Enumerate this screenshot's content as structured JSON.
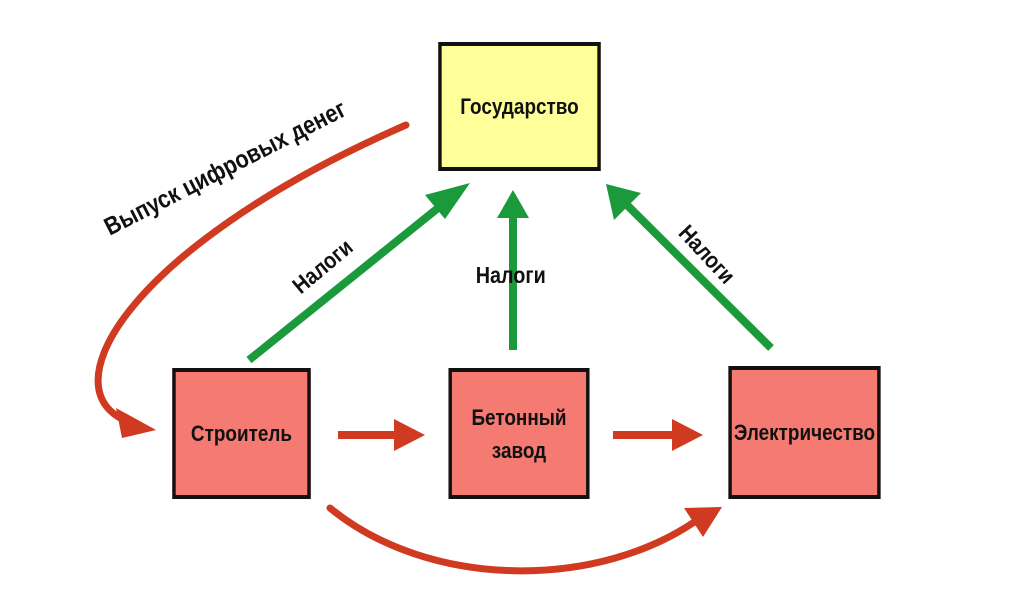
{
  "nodes": {
    "state": {
      "label": "Государство",
      "color": "#ffff99"
    },
    "builder": {
      "label": "Строитель",
      "color": "#f47a72"
    },
    "concrete": {
      "label_line1": "Бетонный",
      "label_line2": "завод",
      "color": "#f47a72"
    },
    "electricity": {
      "label": "Электричество",
      "color": "#f47a72"
    }
  },
  "edges": {
    "money_issue": {
      "label": "Выпуск цифровых денег",
      "color": "#d03a20"
    },
    "tax_left": {
      "label": "Налоги",
      "color": "#1a9a3a"
    },
    "tax_center": {
      "label": "Налоги",
      "color": "#1a9a3a"
    },
    "tax_right": {
      "label": "Налоги",
      "color": "#1a9a3a"
    }
  }
}
